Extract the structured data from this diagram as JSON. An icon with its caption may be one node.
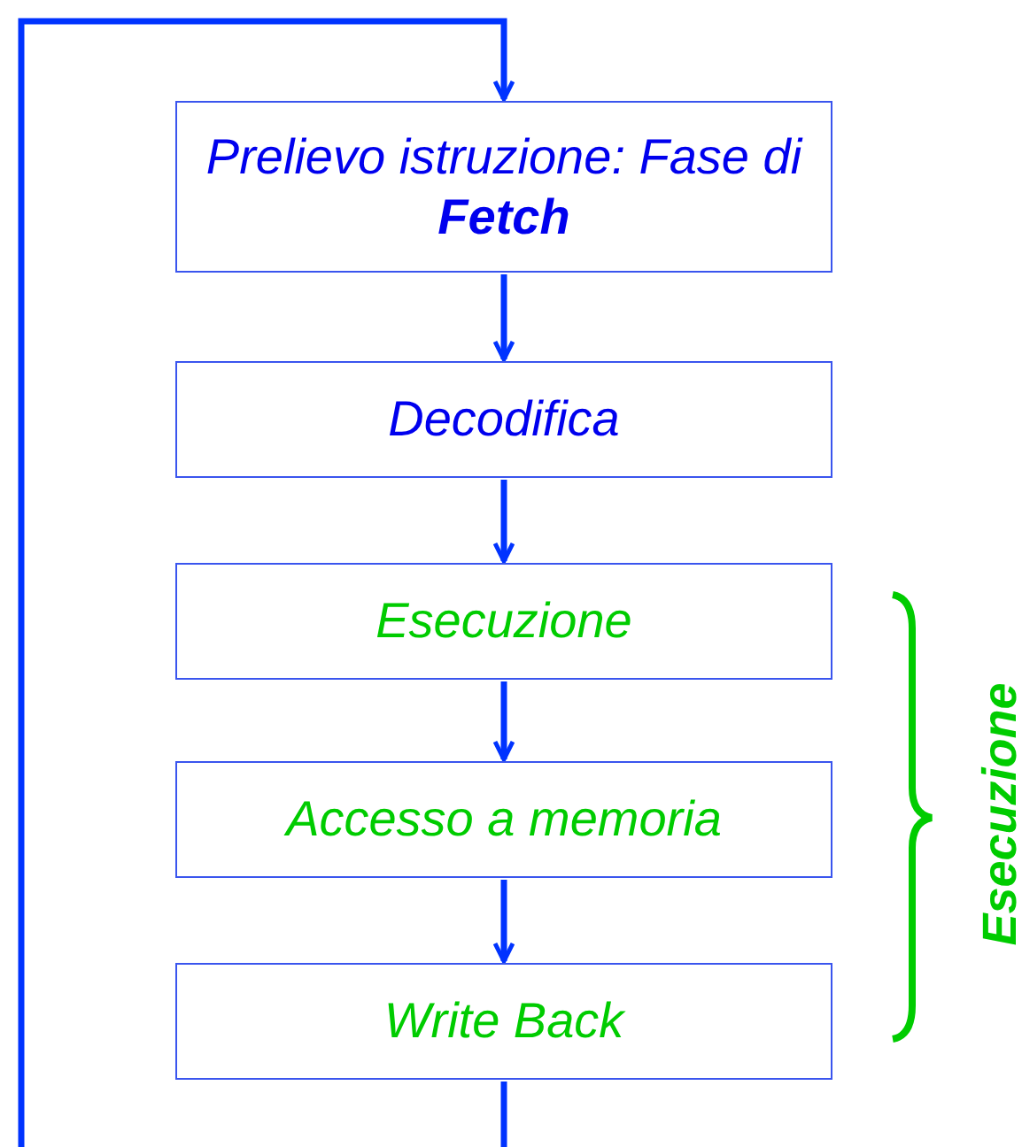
{
  "diagram": {
    "nodes": [
      {
        "text": [
          "Prelievo istruzione: Fase di **Fetch**"
        ]
      },
      {
        "text": [
          "Decodifica"
        ]
      },
      {
        "text": [
          "Esecuzione"
        ]
      },
      {
        "text": [
          "Accesso a memoria"
        ]
      },
      {
        "text": [
          "Write Back"
        ]
      }
    ],
    "edges": [
      {
        "from": 0,
        "to": 1,
        "arrow": "to"
      },
      {
        "from": 1,
        "to": 2,
        "arrow": "to"
      },
      {
        "from": 2,
        "to": 3,
        "arrow": "to"
      },
      {
        "from": 3,
        "to": 4,
        "arrow": "to"
      },
      {
        "from": 4,
        "to": null,
        "arrow": "none"
      },
      {
        "from": null,
        "to": 0,
        "arrow": "to"
      }
    ],
    "labels": [
      "Esecuzione"
    ]
  }
}
